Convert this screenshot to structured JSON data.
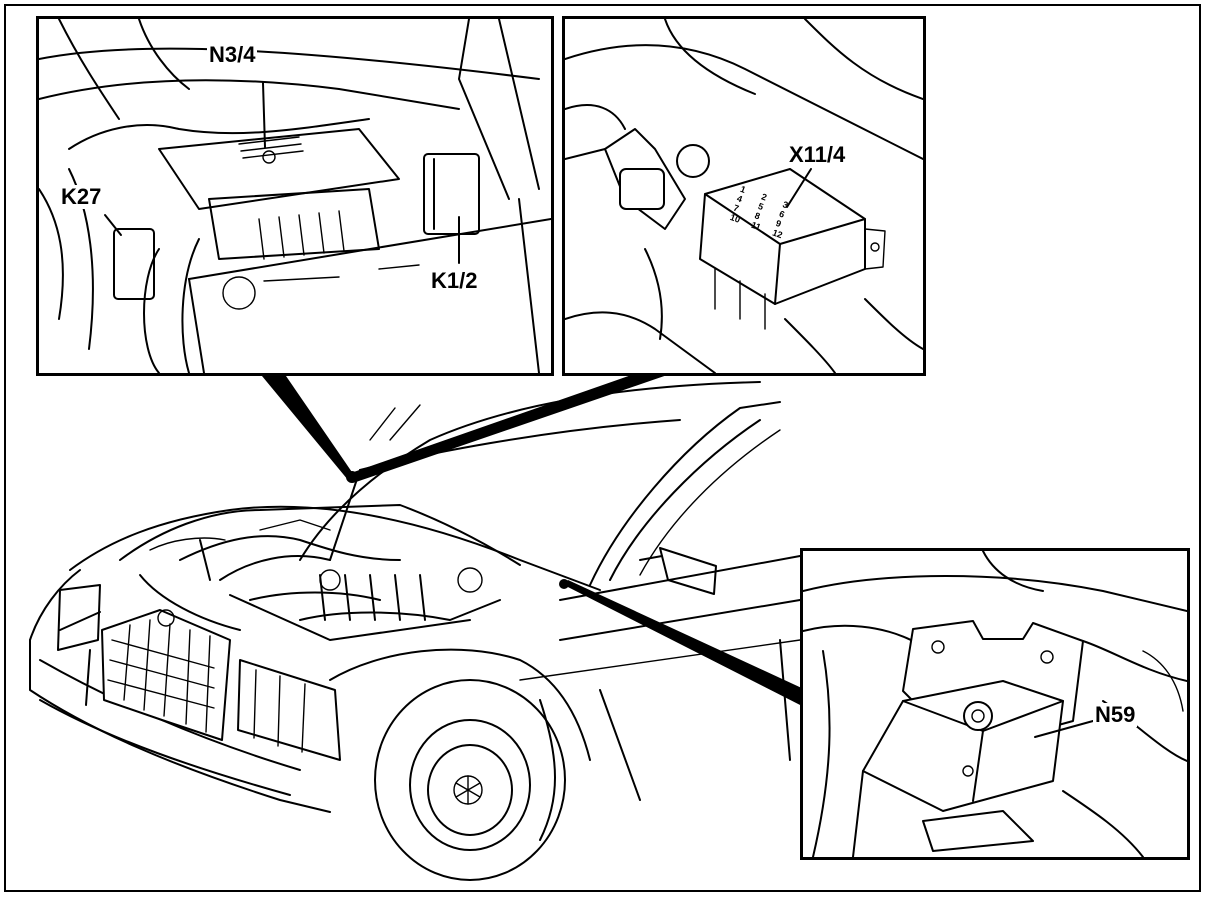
{
  "callouts": {
    "n3_4": "N3/4",
    "k27": "K27",
    "k1_2": "K1/2",
    "x11_4": "X11/4",
    "n59": "N59"
  },
  "fuse_numbers": [
    "1",
    "2",
    "3",
    "4",
    "5",
    "6",
    "7",
    "8",
    "9",
    "10",
    "11",
    "12"
  ]
}
